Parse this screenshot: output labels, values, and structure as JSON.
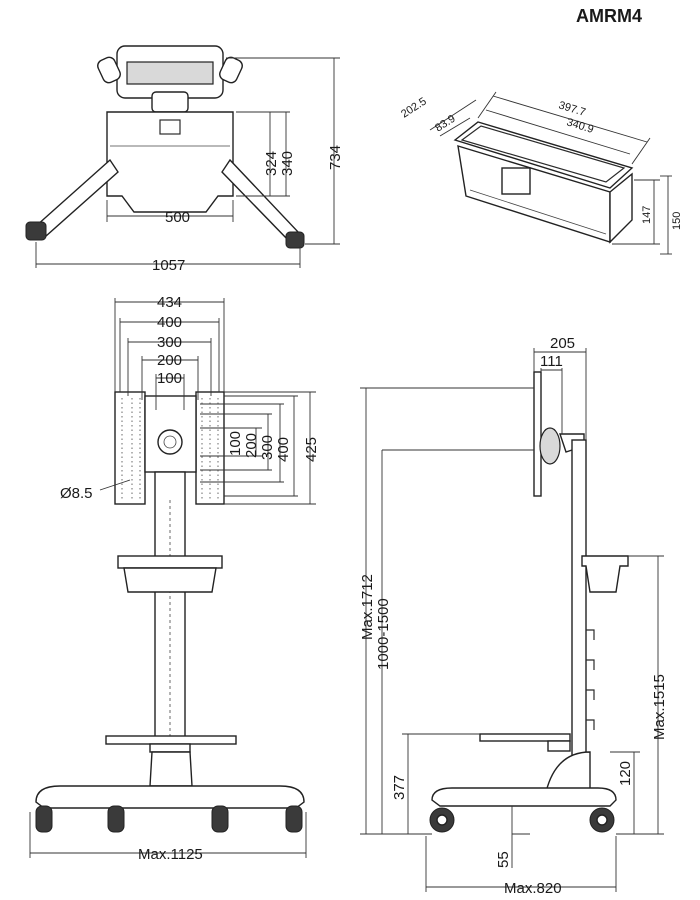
{
  "model": "AMRM4",
  "top_view": {
    "overall_width": "1057",
    "shelf_width": "500",
    "depth": "734",
    "dim_324": "324",
    "dim_340": "340"
  },
  "basket": {
    "length_outer": "397.7",
    "length_inner": "340.9",
    "width_outer": "202.5",
    "width_inner": "83.9",
    "height_inner": "147",
    "height_outer": "150"
  },
  "front_view": {
    "vesa_widths": [
      "434",
      "400",
      "300",
      "200",
      "100"
    ],
    "vesa_heights": [
      "100",
      "200",
      "300",
      "400",
      "425"
    ],
    "hole_diameter": "Ø8.5",
    "base_width": "Max.1125"
  },
  "side_view": {
    "bracket_depth": "205",
    "bracket_inner": "111",
    "max_height": "Max.1712",
    "height_range": "1000-1500",
    "basket_height": "Max.1515",
    "shelf_height": "377",
    "caster_height": "120",
    "ground_clearance": "55",
    "base_depth": "Max.820"
  }
}
